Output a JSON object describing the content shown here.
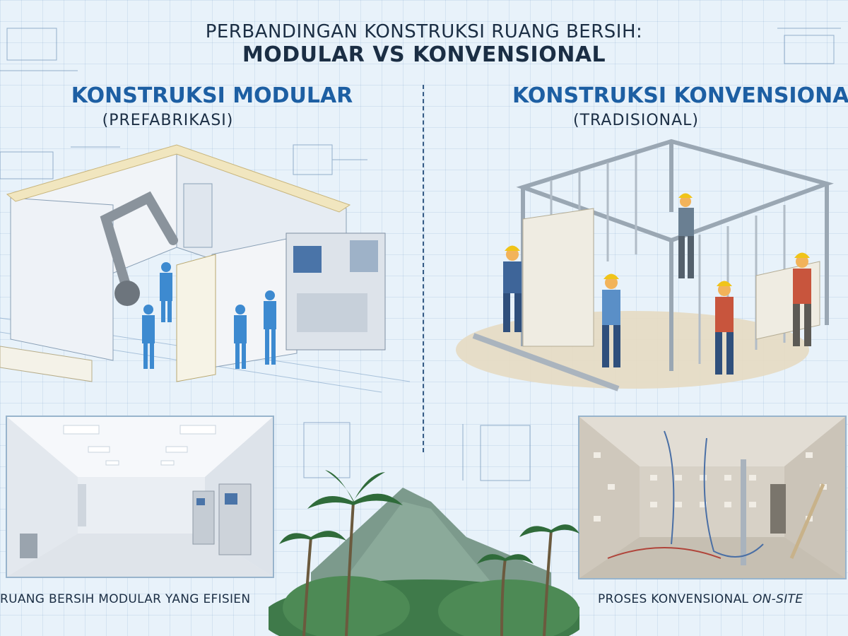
{
  "title": {
    "line1": "PERBANDINGAN KONSTRUKSI RUANG BERSIH:",
    "line2": "MODULAR VS KONVENSIONAL"
  },
  "left": {
    "heading": "KONSTRUKSI MODULAR",
    "subheading": "(PREFABRIKASI)",
    "caption": "RUANG BERSIH MODULAR YANG EFISIEN"
  },
  "right": {
    "heading": "KONSTRUKSI KONVENSIONAL",
    "subheading": "(TRADISIONAL)",
    "caption_prefix": "PROSES KONVENSIONAL ",
    "caption_italic": "ON-SITE"
  },
  "colors": {
    "heading_blue": "#1d5fa3",
    "title_navy": "#1b2e44",
    "background": "#e8f2fa"
  }
}
